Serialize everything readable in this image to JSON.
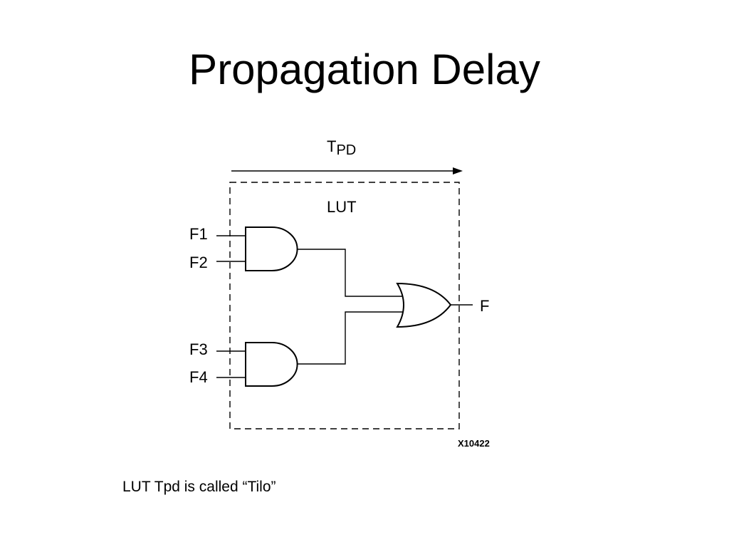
{
  "slide": {
    "title": "Propagation Delay",
    "caption": "LUT Tpd is called “Tilo”"
  },
  "diagram": {
    "delay_label_main": "T",
    "delay_label_sub": "PD",
    "block_label": "LUT",
    "inputs": [
      "F1",
      "F2",
      "F3",
      "F4"
    ],
    "output": "F",
    "figure_id": "X10422"
  }
}
